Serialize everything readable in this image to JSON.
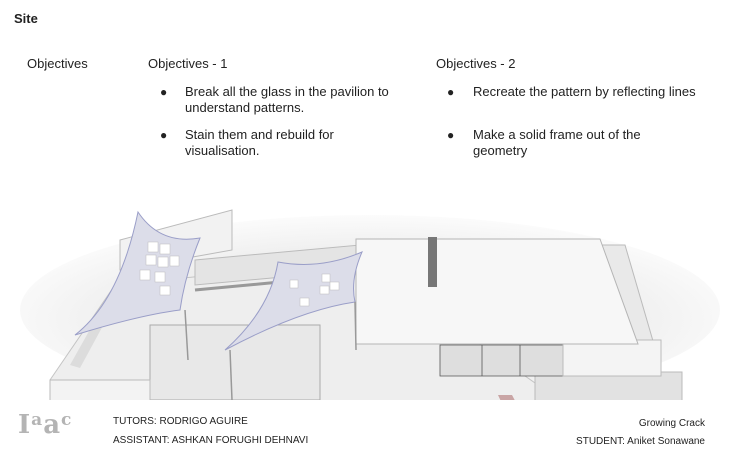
{
  "header": {
    "title": "Site"
  },
  "objectives": {
    "label": "Objectives",
    "col1": {
      "heading": "Objectives - 1",
      "items": [
        "Break all the glass in the pavilion to understand patterns.",
        "Stain them and rebuild for visualisation."
      ]
    },
    "col2": {
      "heading": "Objectives - 2",
      "items": [
        "Recreate the pattern by reflecting lines",
        "Make a solid frame out of the geometry"
      ]
    },
    "bullet": "●"
  },
  "footer": {
    "logo": "Iaac",
    "tutors": "TUTORS: RODRIGO AGUIRE",
    "assistant": "ASSISTANT: ASHKAN FORUGHI DEHNAVI",
    "project": "Growing Crack",
    "student": "STUDENT: Aniket Sonawane"
  },
  "colors": {
    "mesh": "#9a9ec8",
    "model": "#ececec",
    "shadow": "#d0d0d0"
  }
}
